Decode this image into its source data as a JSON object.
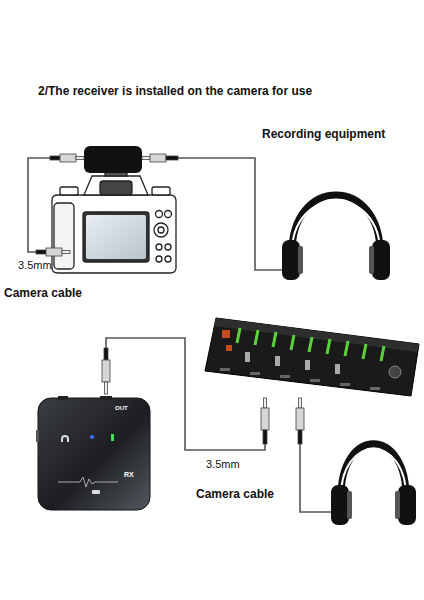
{
  "diagram": {
    "title": "2/The receiver is installed on the camera for use",
    "labels": [
      "Recording equipment",
      "3.5mm",
      "Camera cable",
      "OUT",
      "RX",
      "3.5mm",
      "Camera cable"
    ]
  }
}
